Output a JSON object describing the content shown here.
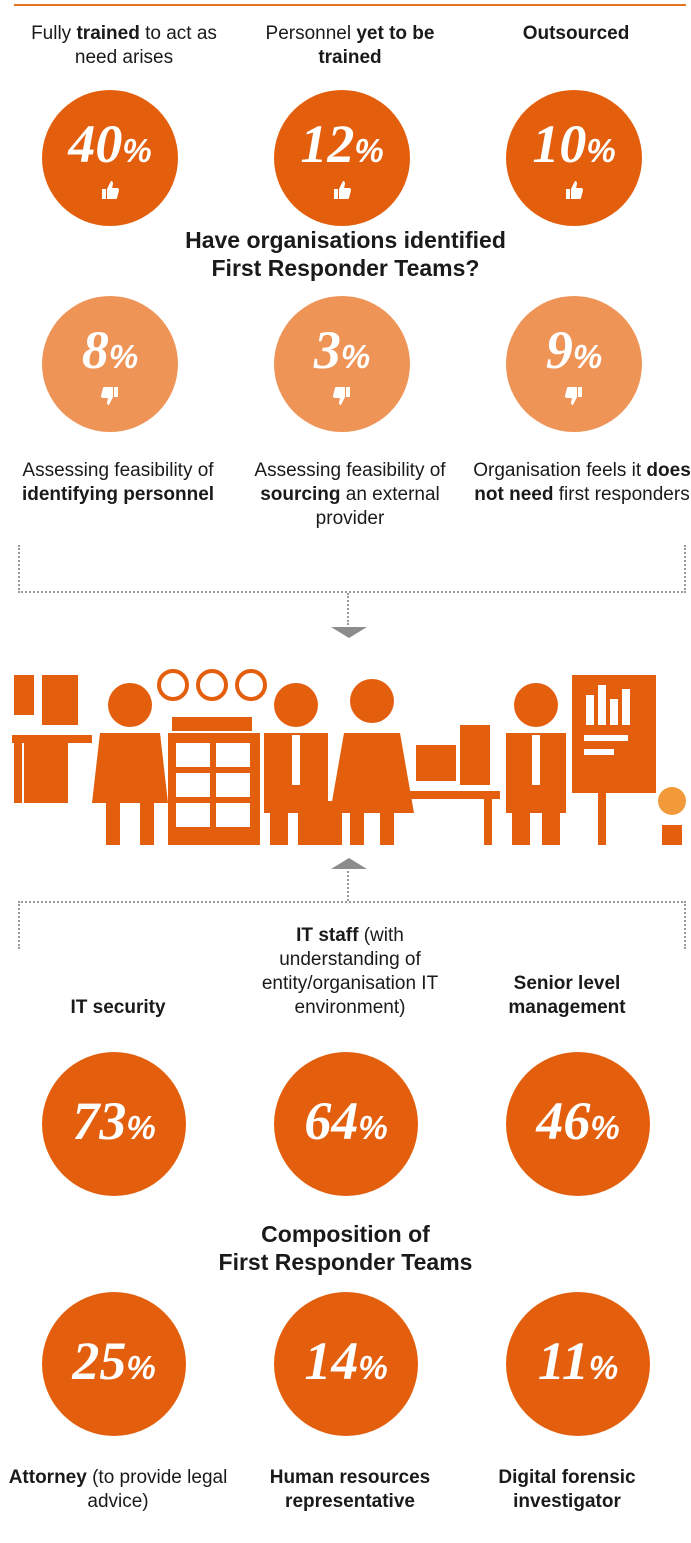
{
  "top": {
    "labels": [
      {
        "pre": "Fully ",
        "bold": "trained",
        "post": " to act as need arises"
      },
      {
        "pre": "Personnel ",
        "bold": "yet to be trained",
        "post": ""
      },
      {
        "pre": "",
        "bold": "Outsourced",
        "post": ""
      }
    ],
    "values": [
      "40",
      "12",
      "10"
    ]
  },
  "heading1": {
    "line1": "Have organisations identified",
    "line2": "First Responder Teams?"
  },
  "negatives": {
    "values": [
      "8",
      "3",
      "9"
    ],
    "labels": [
      {
        "pre": "Assessing feasibility of ",
        "bold": "identifying personnel",
        "post": ""
      },
      {
        "pre": "Assessing feasibility of ",
        "bold": "sourcing",
        "post": " an external provider"
      },
      {
        "pre": "Organisation feels it ",
        "bold": "does not need",
        "post": " first responders"
      }
    ]
  },
  "composition_top": {
    "labels": [
      {
        "pre": "",
        "bold": "IT security",
        "post": ""
      },
      {
        "pre": "",
        "bold": "IT staff",
        "post": " (with understanding of entity/organisation IT environment)"
      },
      {
        "pre": "",
        "bold": "Senior level management",
        "post": ""
      }
    ],
    "values": [
      "73",
      "64",
      "46"
    ]
  },
  "heading2": {
    "line1": "Composition of",
    "line2": "First Responder Teams"
  },
  "composition_bottom": {
    "values": [
      "25",
      "14",
      "11"
    ],
    "labels": [
      {
        "pre": "",
        "bold": "Attorney",
        "post": " (to provide legal advice)"
      },
      {
        "pre": "",
        "bold": "Human resources representative",
        "post": ""
      },
      {
        "pre": "",
        "bold": "Digital forensic investigator",
        "post": ""
      }
    ]
  },
  "percent_sign": "%",
  "colors": {
    "dark_orange": "#e35f0d",
    "light_orange": "#ef9457",
    "accent": "#e8731e"
  },
  "icons": {
    "positive": "thumbs-up-icon",
    "negative": "thumbs-down-icon"
  }
}
